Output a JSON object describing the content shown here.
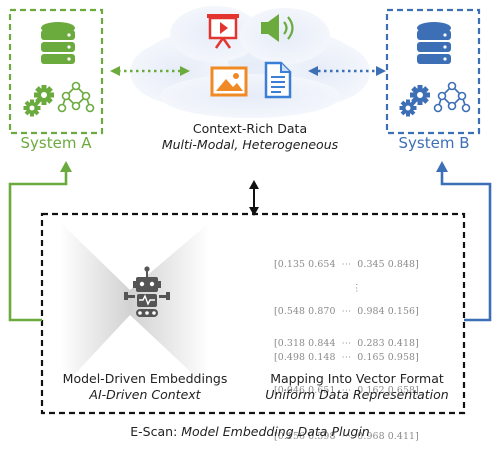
{
  "system_a": {
    "label": "System A"
  },
  "system_b": {
    "label": "System B"
  },
  "context": {
    "title": "Context-Rich Data",
    "subtitle": "Multi-Modal, Heterogeneous"
  },
  "left_panel": {
    "title": "Model-Driven Embeddings",
    "subtitle": "AI-Driven Context"
  },
  "right_panel": {
    "title": "Mapping Into Vector Format",
    "subtitle": "Uniform Data Representation"
  },
  "matrix_rows_top": [
    "[0.135 0.654  ⋯  0.345 0.848]",
    "[0.548 0.870  ⋯  0.984 0.156]",
    "[0.498 0.148  ⋯  0.165 0.958]"
  ],
  "matrix_vdots": "⋮",
  "matrix_rows_bottom": [
    "[0.318 0.844  ⋯  0.283 0.418]",
    "[0.046 0.651  ⋯  0.162 0.658]",
    "[0.156 0.598  ⋯  0.968 0.411]"
  ],
  "caption": {
    "prefix": "E-Scan: ",
    "italic": "Model Embedding Data Plugin"
  },
  "colors": {
    "green": "#6bab3e",
    "blue": "#3d6fb6",
    "red": "#e3342f",
    "orange": "#f08a24",
    "doc_blue": "#3a7fd5"
  },
  "icons": [
    "database-icon",
    "gears-icon",
    "network-icon",
    "presentation-icon",
    "speaker-icon",
    "image-icon",
    "document-icon",
    "robot-icon"
  ]
}
